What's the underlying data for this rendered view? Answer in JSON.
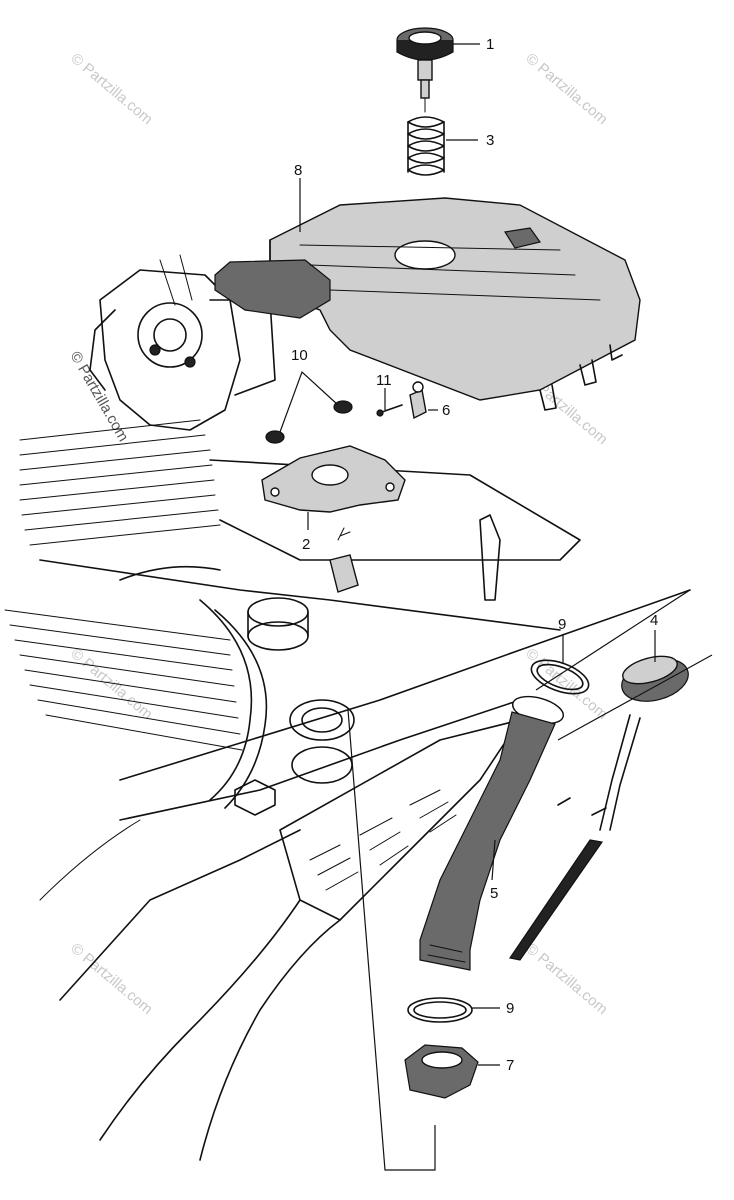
{
  "watermark": "© Partzilla.com",
  "callouts": [
    {
      "id": "1",
      "label": "1"
    },
    {
      "id": "2",
      "label": "2"
    },
    {
      "id": "3",
      "label": "3"
    },
    {
      "id": "4",
      "label": "4"
    },
    {
      "id": "5",
      "label": "5"
    },
    {
      "id": "6",
      "label": "6"
    },
    {
      "id": "7",
      "label": "7"
    },
    {
      "id": "8",
      "label": "8"
    },
    {
      "id": "9a",
      "label": "9"
    },
    {
      "id": "9b",
      "label": "9"
    },
    {
      "id": "10",
      "label": "10"
    },
    {
      "id": "11",
      "label": "11"
    }
  ]
}
